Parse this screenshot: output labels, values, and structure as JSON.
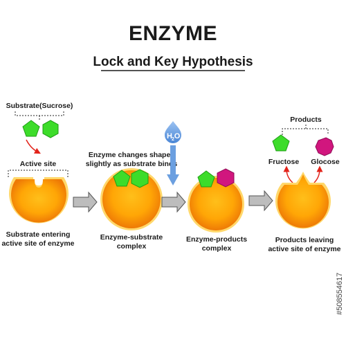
{
  "title": "ENZYME",
  "subtitle": "Lock and Key Hypothesis",
  "labels": {
    "substrate": "Substrate(Sucrose)",
    "active_site": "Active site",
    "enzyme_changes_line1": "Enzyme changes shapes",
    "enzyme_changes_line2": "slightly as substrate binds",
    "water_h": "H",
    "water_sub": "2",
    "water_o": "O",
    "products": "Products",
    "fructose": "Fructose",
    "glucose": "Glocose"
  },
  "stages": [
    {
      "line1": "Substrate entering",
      "line2": "active site of enzyme"
    },
    {
      "line1": "Enzyme-substrate",
      "line2": "complex"
    },
    {
      "line1": "Enzyme-products",
      "line2": "complex"
    },
    {
      "line1": "Products leaving",
      "line2": "active site of enzyme"
    }
  ],
  "watermark": "#508554617",
  "colors": {
    "enzyme_inner": "#ffb400",
    "enzyme_outer": "#f07f08",
    "enzyme_rim": "#ffd86b",
    "fructose": "#3ddc2a",
    "glucose": "#d1167e",
    "arrow_gray": "#bdbdbd",
    "water_drop": "#6b9fe0",
    "red_arrow": "#e2231a"
  }
}
